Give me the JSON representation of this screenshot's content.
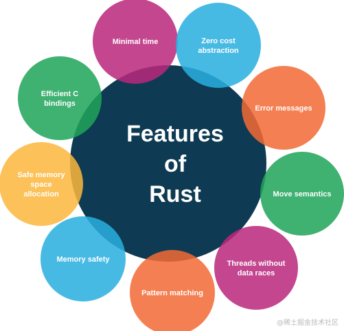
{
  "diagram": {
    "center": {
      "lines": [
        "Features",
        "of",
        "Rust"
      ],
      "color": "#0e3b53"
    },
    "features": [
      {
        "id": "minimal-time",
        "lines": [
          "Minimal time"
        ],
        "color": "#b9287d"
      },
      {
        "id": "zero-cost-abstraction",
        "lines": [
          "Zero cost",
          "abstraction"
        ],
        "color": "#29afe0"
      },
      {
        "id": "error-messages",
        "lines": [
          "Error messages"
        ],
        "color": "#f26a35"
      },
      {
        "id": "move-semantics",
        "lines": [
          "Move semantics"
        ],
        "color": "#1fa45a"
      },
      {
        "id": "threads-without-data-races",
        "lines": [
          "Threads without",
          "data races"
        ],
        "color": "#b9287d"
      },
      {
        "id": "pattern-matching",
        "lines": [
          "Pattern matching"
        ],
        "color": "#f26a35"
      },
      {
        "id": "memory-safety",
        "lines": [
          "Memory safety"
        ],
        "color": "#29afe0"
      },
      {
        "id": "safe-memory-space-allocation",
        "lines": [
          "Safe memory",
          "space",
          "allocation"
        ],
        "color": "#fbb73c"
      },
      {
        "id": "efficient-c-bindings",
        "lines": [
          "Efficient C",
          "bindings"
        ],
        "color": "#1fa45a"
      }
    ]
  },
  "watermark": "@稀土掘金技术社区"
}
